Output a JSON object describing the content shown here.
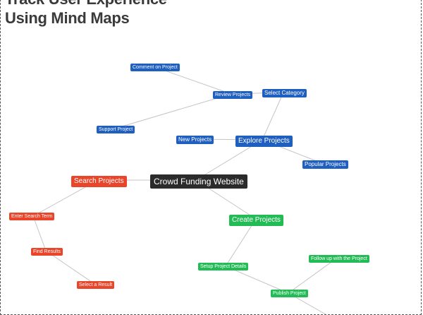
{
  "header": {
    "title_line1": "Track User Experience",
    "title_line2": "Using Mind Maps"
  },
  "colors": {
    "root": "#2b2b2b",
    "explore": "#1f5fbf",
    "search": "#e8452a",
    "create": "#22bb55",
    "edge": "#c4c4c4"
  },
  "mindmap": {
    "root": "Crowd Funding Website",
    "explore": {
      "label": "Explore Projects",
      "new_projects": "New Projects",
      "popular_projects": "Popular Projects",
      "select_category": "Select Category",
      "review_projects": "Review Projects",
      "comment_on_project": "Comment on Project",
      "support_project": "Support Project"
    },
    "search": {
      "label": "Search Projects",
      "enter_search_term": "Enter Search Term",
      "find_results": "Find Results",
      "select_a_result": "Select a Result"
    },
    "create": {
      "label": "Create Projects",
      "setup_project_details": "Setup Project Details",
      "publish_project": "Publish Project",
      "follow_up": "Follow up with the Project"
    }
  }
}
